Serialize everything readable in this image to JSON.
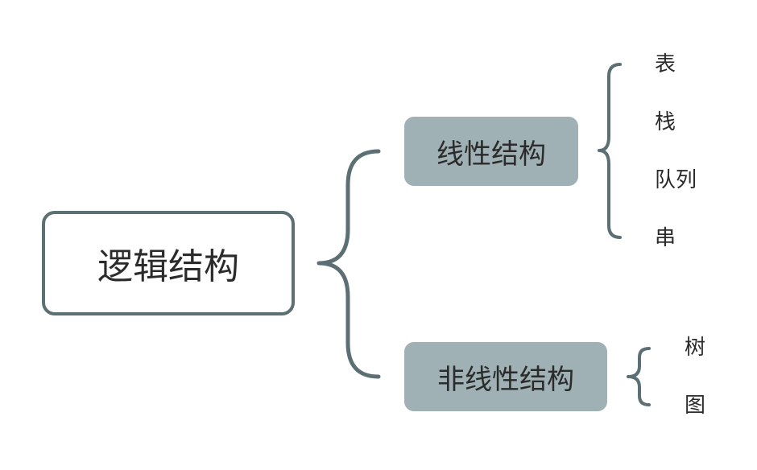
{
  "root": {
    "label": "逻辑结构"
  },
  "branches": [
    {
      "label": "线性结构",
      "children": [
        "表",
        "栈",
        "队列",
        "串"
      ]
    },
    {
      "label": "非线性结构",
      "children": [
        "树",
        "图"
      ]
    }
  ],
  "colors": {
    "line": "#5b6f74",
    "branch_fill": "#9fb1b5",
    "text": "#2b2b2b",
    "background": "#ffffff"
  }
}
